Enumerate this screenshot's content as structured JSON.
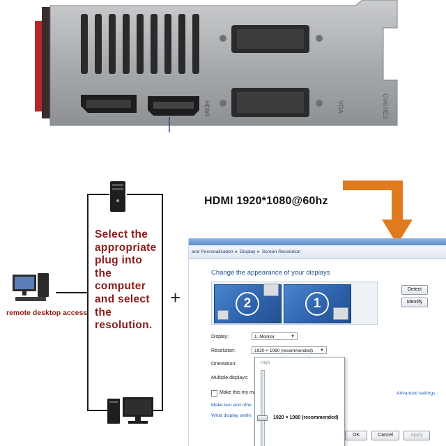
{
  "gpu": {
    "port_labels": {
      "hdmi": "HDMI",
      "vga": "VGA",
      "model": "GV67/E3"
    }
  },
  "headline": "HDMI 1920*1080@60hz",
  "instructions": {
    "lines": [
      "Select the",
      "appropriate",
      "plug into",
      "the",
      "computer",
      "and select",
      "the",
      "resolution."
    ]
  },
  "remote_label": "remote desktop access",
  "plus_sign": "+",
  "colors": {
    "arrow": "#e07a1f",
    "instruction_text": "#8c1a1a",
    "windows_accent": "#1e4e8c"
  },
  "display_settings": {
    "breadcrumb": [
      "and Personalization",
      "Display",
      "Screen Resolution"
    ],
    "heading": "Change the appearance of your displays",
    "monitors": [
      {
        "number": "2"
      },
      {
        "number": "1"
      }
    ],
    "detect_label": "Detect",
    "identify_label": "Identify",
    "display_label": "Display:",
    "display_value": "1. Monitor",
    "resolution_label": "Resolution:",
    "resolution_value": "1920 × 1080 (recommended)",
    "orientation_label": "Orientation:",
    "multiple_label": "Multiple displays:",
    "make_main_label": "Make this my ma",
    "advanced_link": "Advanced settings",
    "link_text_size": "Make text and othe",
    "link_what_settings": "What display settin",
    "dropdown": {
      "high_label": "High",
      "current_value": "1920 × 1080 (recommended)"
    },
    "ok_label": "OK",
    "cancel_label": "Cancel",
    "apply_label": "Apply"
  }
}
